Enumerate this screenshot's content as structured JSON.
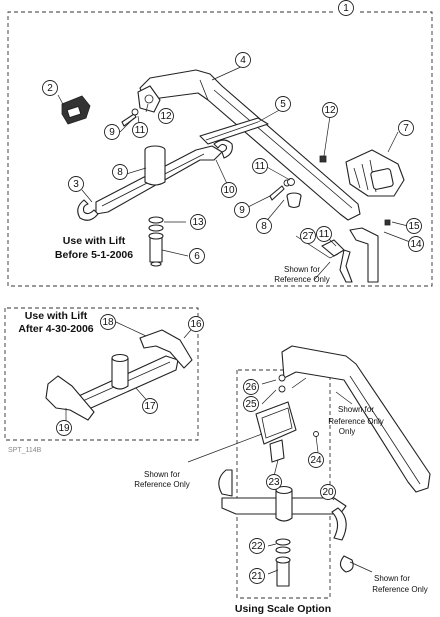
{
  "callouts": [
    {
      "label": "1"
    },
    {
      "label": "2"
    },
    {
      "label": "3"
    },
    {
      "label": "4"
    },
    {
      "label": "5"
    },
    {
      "label": "6"
    },
    {
      "label": "7"
    },
    {
      "label": "8"
    },
    {
      "label": "8"
    },
    {
      "label": "9"
    },
    {
      "label": "9"
    },
    {
      "label": "10"
    },
    {
      "label": "11"
    },
    {
      "label": "11"
    },
    {
      "label": "11"
    },
    {
      "label": "12"
    },
    {
      "label": "12"
    },
    {
      "label": "13"
    },
    {
      "label": "14"
    },
    {
      "label": "15"
    },
    {
      "label": "16"
    },
    {
      "label": "17"
    },
    {
      "label": "18"
    },
    {
      "label": "19"
    },
    {
      "label": "20"
    },
    {
      "label": "21"
    },
    {
      "label": "22"
    },
    {
      "label": "23"
    },
    {
      "label": "24"
    },
    {
      "label": "25"
    },
    {
      "label": "26"
    },
    {
      "label": "27"
    }
  ],
  "captions": {
    "before": [
      "Use with Lift",
      "Before 5-1-2006"
    ],
    "after": [
      "Use with Lift",
      "After 4-30-2006"
    ],
    "scale": "Using Scale Option"
  },
  "notes": {
    "reference_only": [
      "Shown for",
      "Reference Only"
    ]
  },
  "drawing_code": "SPT_114B"
}
